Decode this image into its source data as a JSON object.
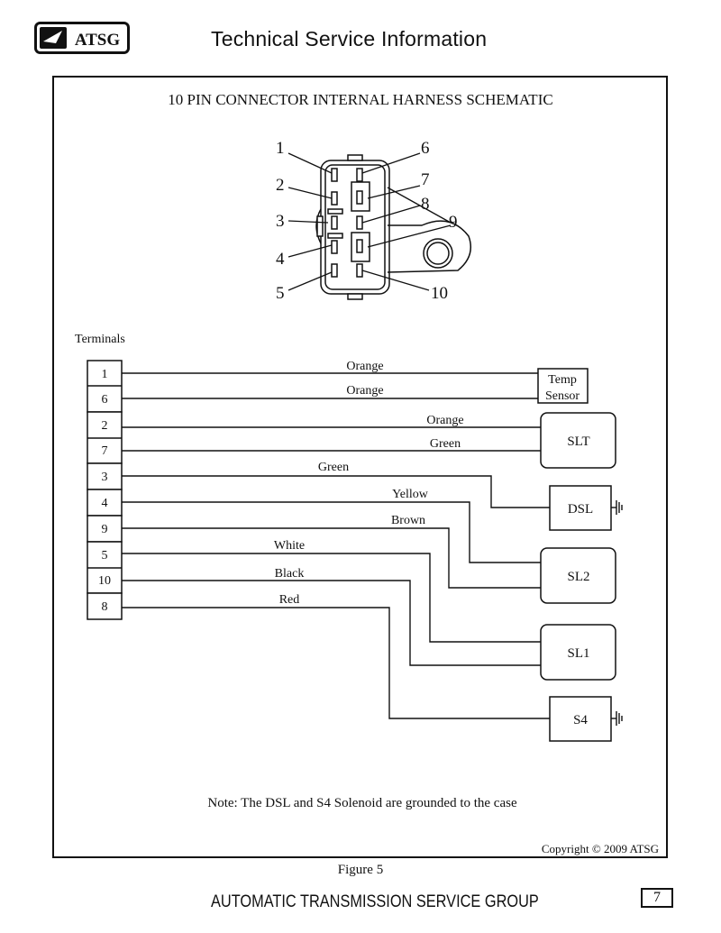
{
  "header": {
    "logo_text": "ATSG",
    "title": "Technical Service Information"
  },
  "diagram": {
    "title": "10 PIN CONNECTOR INTERNAL HARNESS SCHEMATIC",
    "connector_pin_labels": [
      "1",
      "2",
      "3",
      "4",
      "5",
      "6",
      "7",
      "8",
      "9",
      "10"
    ],
    "terminals_label": "Terminals",
    "terminals": [
      "1",
      "6",
      "2",
      "7",
      "3",
      "4",
      "9",
      "5",
      "10",
      "8"
    ],
    "wires": [
      {
        "terminal": "1",
        "color": "Orange",
        "to": "Temp Sensor"
      },
      {
        "terminal": "6",
        "color": "Orange",
        "to": "Temp Sensor"
      },
      {
        "terminal": "2",
        "color": "Orange",
        "to": "SLT"
      },
      {
        "terminal": "7",
        "color": "Green",
        "to": "SLT"
      },
      {
        "terminal": "3",
        "color": "Green",
        "to": "DSL"
      },
      {
        "terminal": "4",
        "color": "Yellow",
        "to": "SL2"
      },
      {
        "terminal": "9",
        "color": "Brown",
        "to": "SL2"
      },
      {
        "terminal": "5",
        "color": "White",
        "to": "SL1"
      },
      {
        "terminal": "10",
        "color": "Black",
        "to": "SL1"
      },
      {
        "terminal": "8",
        "color": "Red",
        "to": "S4"
      }
    ],
    "components": {
      "temp_sensor_line1": "Temp",
      "temp_sensor_line2": "Sensor",
      "slt": "SLT",
      "dsl": "DSL",
      "sl2": "SL2",
      "sl1": "SL1",
      "s4": "S4"
    },
    "note": "Note: The DSL and S4 Solenoid are grounded to the case",
    "copyright": "Copyright © 2009 ATSG"
  },
  "figure_caption": "Figure 5",
  "footer": {
    "organization": "AUTOMATIC TRANSMISSION SERVICE GROUP",
    "page_number": "7"
  }
}
